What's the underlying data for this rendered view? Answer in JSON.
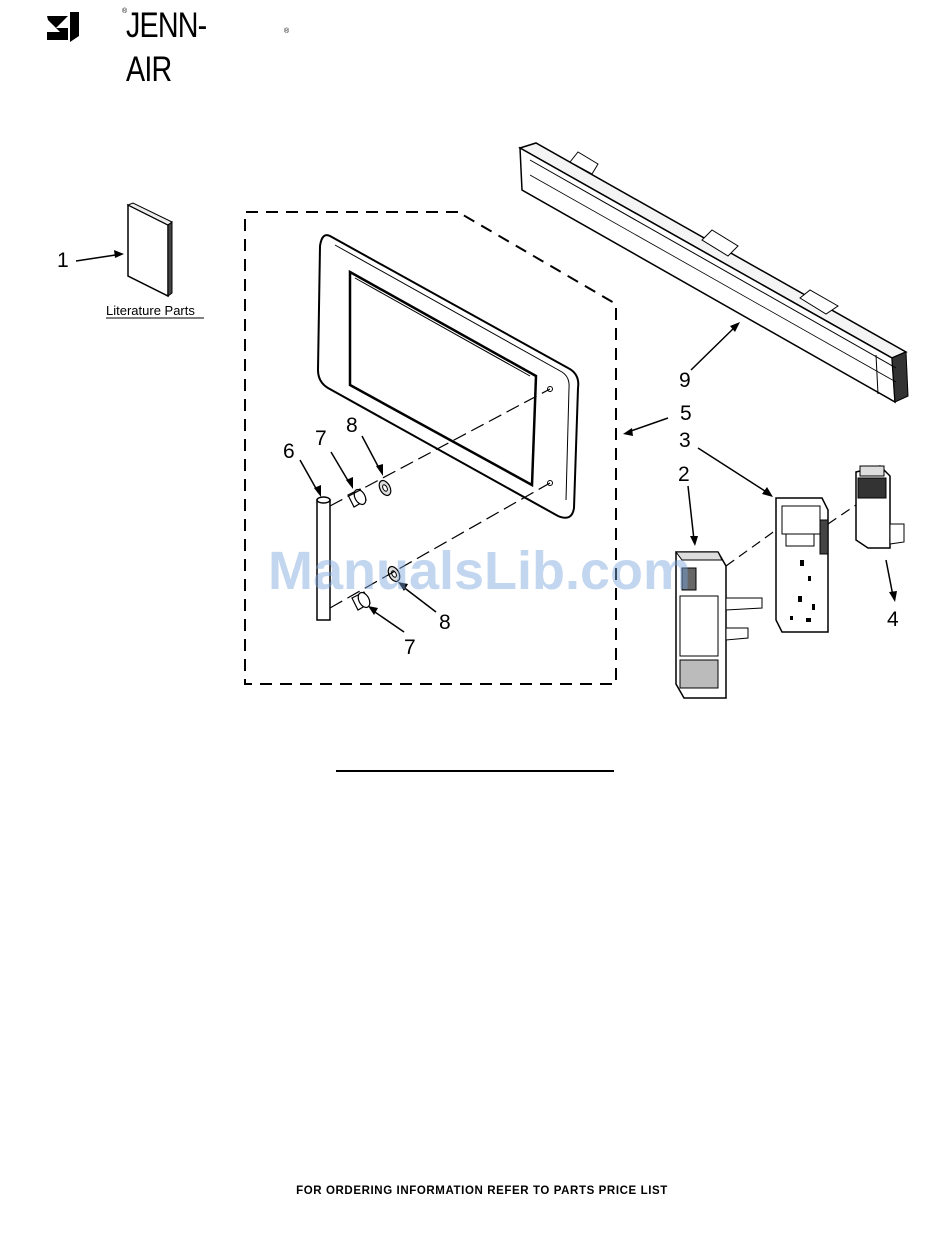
{
  "brand": {
    "name": "JENN-AIR",
    "registered_mark": "®"
  },
  "diagram": {
    "literature_label": "Literature Parts",
    "callouts": {
      "c1": "1",
      "c2": "2",
      "c3": "3",
      "c4": "4",
      "c5": "5",
      "c6": "6",
      "c7a": "7",
      "c7b": "7",
      "c8a": "8",
      "c8b": "8",
      "c9": "9"
    }
  },
  "watermark": "ManualsLib.com",
  "footer": "FOR ORDERING INFORMATION REFER TO PARTS PRICE LIST"
}
